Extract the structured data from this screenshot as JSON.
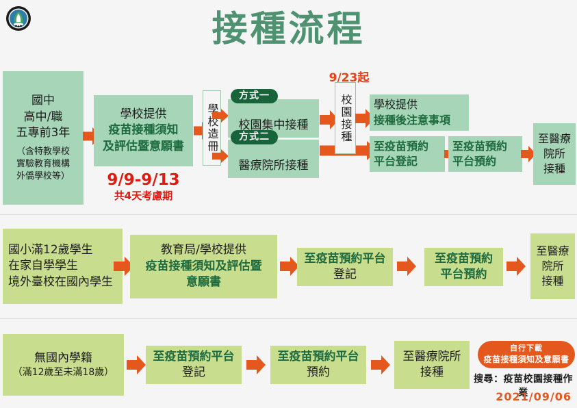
{
  "header": {
    "title": "接種流程",
    "logo_alt": "ministry-of-education-emblem",
    "title_color": "#4f9272"
  },
  "colors": {
    "mint_box": "#a6d5b7",
    "lime_box": "#c8dd8e",
    "arrow_orange": "#e4581e",
    "pill_green": "#17643a",
    "green_text": "#1d6b3f",
    "red_text": "#e11b11",
    "background": "#f4f5f4"
  },
  "row1": {
    "audience": {
      "line1": "國中",
      "line2": "高中/職",
      "line3": "五專前3年",
      "line4": "（含特教學校",
      "line5": "實驗教育機構",
      "line6": "外僑學校等）"
    },
    "school_provide": {
      "line1": "學校提供",
      "line2": "疫苗接種須知",
      "line3": "及評估暨意願書"
    },
    "consider_note": {
      "dates": "9/9-9/13",
      "detail": "共4天考慮期"
    },
    "roster": "學校造冊",
    "method1_tag": "方式一",
    "method1_text": "校園集中接種",
    "method2_tag": "方式二",
    "method2_text": "醫療院所接種",
    "campus_start_note": "9/23起",
    "campus_vaccination": "校園接種",
    "after_care": {
      "line1": "學校提供",
      "line2": "接種後注意事項"
    },
    "platform_register": {
      "line1": "至疫苗預約",
      "line2": "平台登記"
    },
    "platform_book": {
      "line1": "至疫苗預約",
      "line2": "平台預約"
    },
    "clinic": {
      "line1": "至醫療",
      "line2": "院所",
      "line3": "接種"
    }
  },
  "row2": {
    "audience": {
      "line1": "國小滿12歲學生",
      "line2": "在家自學學生",
      "line3": "境外臺校在國內學生"
    },
    "provide": {
      "line1": "教育局/學校提供",
      "line2": "疫苗接種須知及評估暨",
      "line3": "意願書"
    },
    "platform_register": {
      "line1": "至疫苗預約平台",
      "line2": "登記"
    },
    "platform_book": {
      "line1": "至疫苗預約",
      "line2": "平台預約"
    },
    "clinic": {
      "line1": "至醫療",
      "line2": "院所",
      "line3": "接種"
    }
  },
  "row3": {
    "audience": {
      "line1": "無國內學籍",
      "line2": "（滿12歲至未滿18歲）"
    },
    "platform_register": {
      "line1": "至疫苗預約平台",
      "line2": "登記"
    },
    "platform_book": {
      "line1": "至疫苗預約平台",
      "line2": "預約"
    },
    "clinic": {
      "line1": "至醫療院所",
      "line2": "接種"
    },
    "badge": {
      "line1": "自行下載",
      "line2": "疫苗接種須知及意願書"
    },
    "search_hint": "搜尋：疫苗校園接種作業",
    "date": "2021/09/06"
  }
}
